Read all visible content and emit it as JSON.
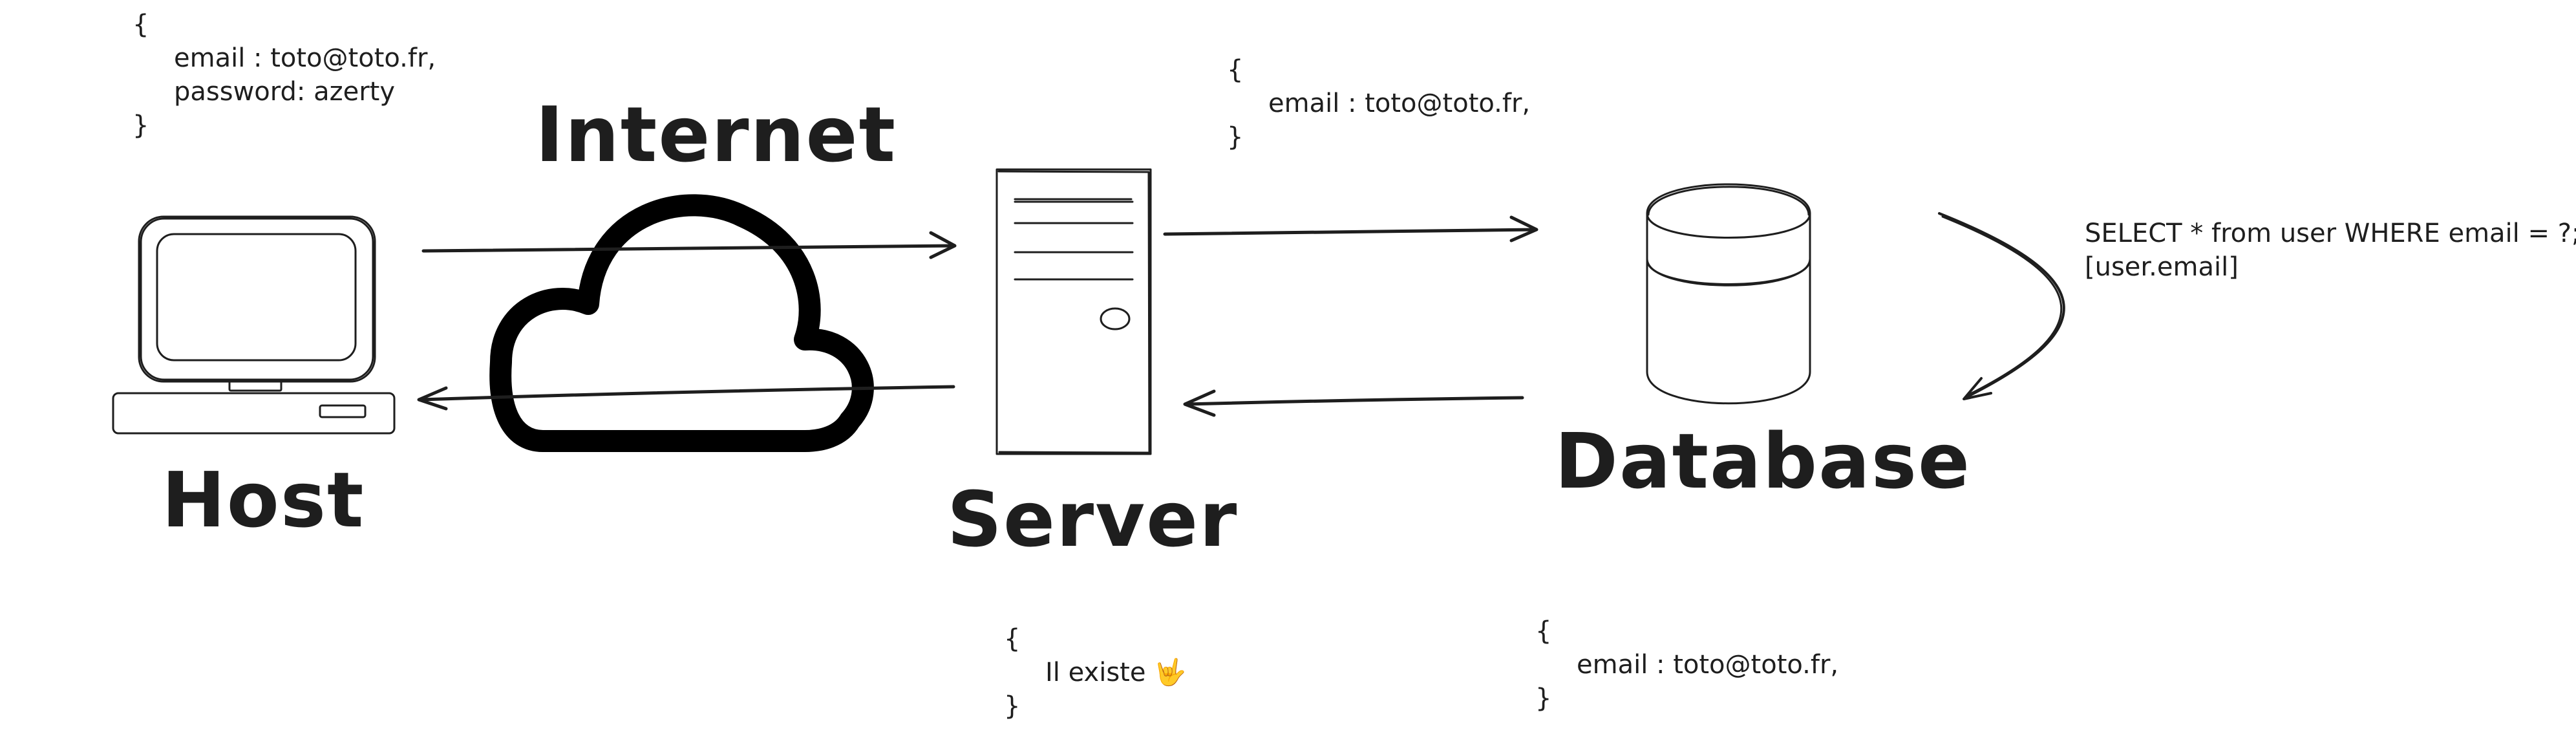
{
  "labels": {
    "host": "Host",
    "internet": "Internet",
    "server": "Server",
    "database": "Database"
  },
  "notes": {
    "request_payload": {
      "open": "{",
      "line1": "email : toto@toto.fr,",
      "line2": "password: azerty",
      "close": "}"
    },
    "server_to_db_payload": {
      "open": "{",
      "line1": "email : toto@toto.fr,",
      "close": "}"
    },
    "server_response": {
      "open": "{",
      "line1": "Il existe 🤟",
      "close": "}"
    },
    "db_response": {
      "open": "{",
      "line1": "email : toto@toto.fr,",
      "close": "}"
    },
    "sql_query": {
      "line1": "SELECT * from user WHERE email = ?;",
      "line2": "[user.email]"
    }
  },
  "icons": [
    "laptop-icon",
    "cloud-icon",
    "server-tower-icon",
    "database-cylinder-icon"
  ],
  "colors": {
    "stroke": "#1e1e1e",
    "background": "#ffffff"
  }
}
